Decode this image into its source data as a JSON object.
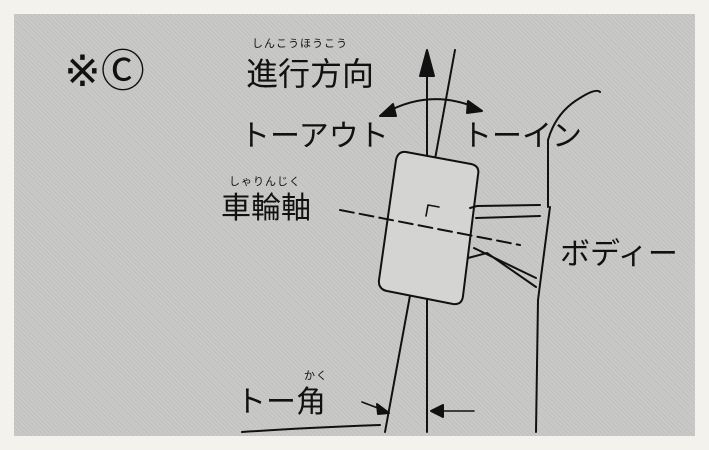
{
  "marker": "※Ⓒ",
  "labels": {
    "direction": "進行方向",
    "direction_ruby": "しんこうほうこう",
    "toe_out": "トーアウト",
    "toe_in": "トーイン",
    "axle": "車輪軸",
    "axle_ruby": "しゃりんじく",
    "body": "ボディー",
    "toe_angle": "トー角",
    "toe_angle_ruby": "かく"
  }
}
